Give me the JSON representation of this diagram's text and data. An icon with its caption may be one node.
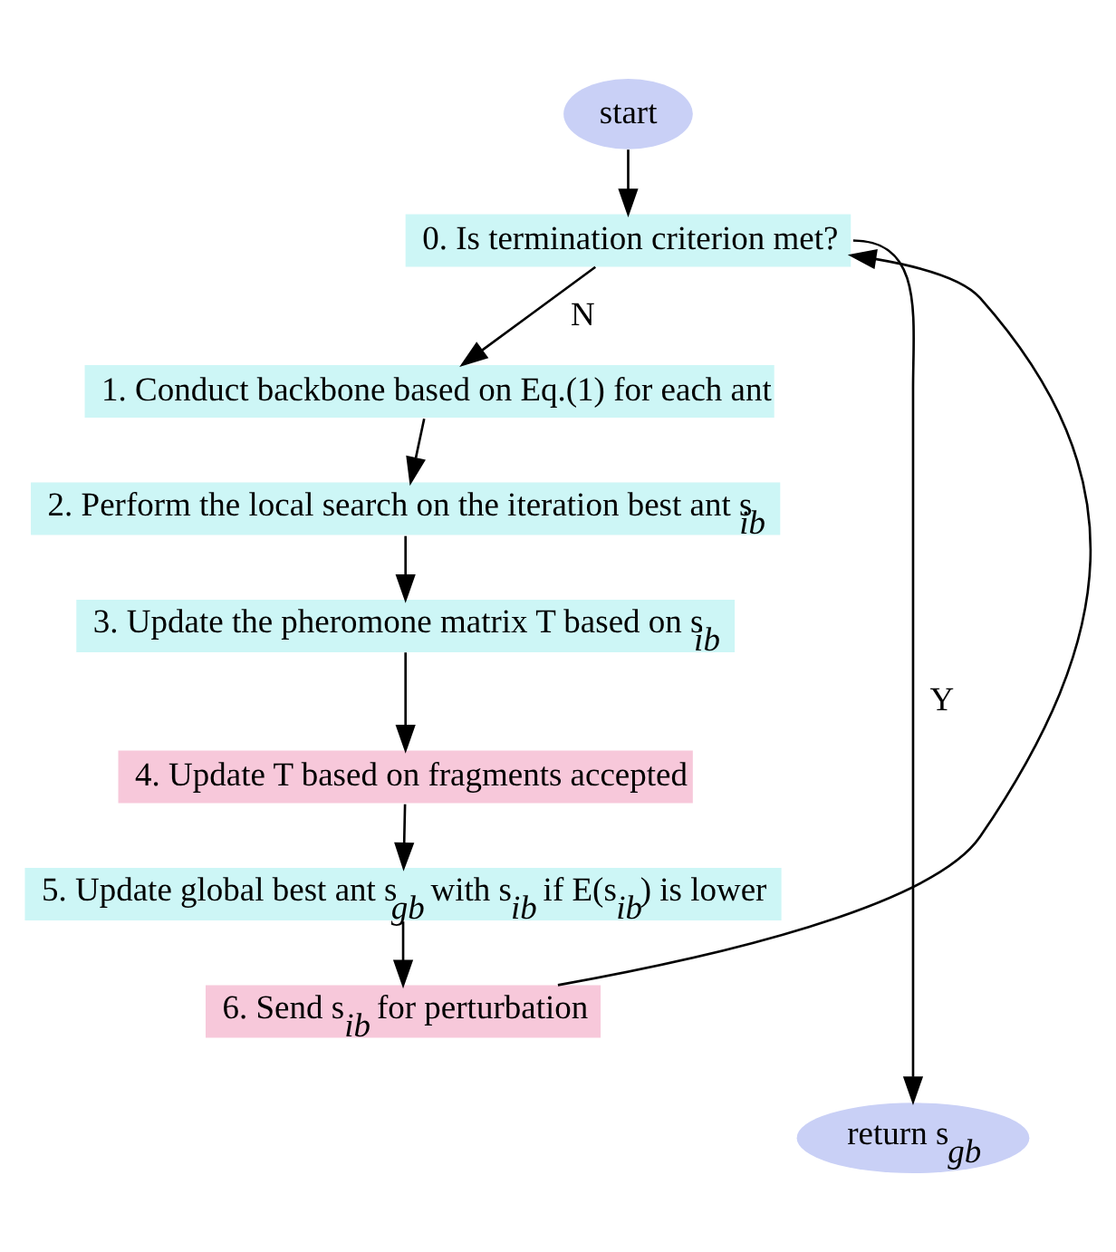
{
  "diagram": {
    "nodes": [
      {
        "text": [
          "start"
        ]
      },
      {
        "text": [
          "0. Is termination criterion met?"
        ]
      },
      {
        "text": [
          "1. Conduct backbone based on Eq.(1) for each ant"
        ]
      },
      {
        "text": [
          "2. Perform the local search on the iteration best ant s$_{ib}$"
        ]
      },
      {
        "text": [
          "3. Update the pheromone matrix T based on s$_{ib}$"
        ]
      },
      {
        "text": [
          "4. Update T based on fragments accepted"
        ]
      },
      {
        "text": [
          "5. Update global best ant s$_{gb}$ with s$_{ib}$ if E(s$_{ib}$) is lower"
        ]
      },
      {
        "text": [
          "6. Send s$_{ib}$ for perturbation"
        ]
      },
      {
        "text": [
          "return s$_{gb}$"
        ]
      }
    ],
    "edges": [
      {
        "from": 0,
        "to": 1,
        "arrow": "to"
      },
      {
        "from": 1,
        "to": 2,
        "arrow": "to",
        "label": "N"
      },
      {
        "from": 2,
        "to": 3,
        "arrow": "to"
      },
      {
        "from": 3,
        "to": 4,
        "arrow": "to"
      },
      {
        "from": 4,
        "to": 5,
        "arrow": "to"
      },
      {
        "from": 5,
        "to": 6,
        "arrow": "to"
      },
      {
        "from": 6,
        "to": 7,
        "arrow": "to"
      },
      {
        "from": 7,
        "to": 1,
        "arrow": "to"
      },
      {
        "from": 1,
        "to": 8,
        "arrow": "to",
        "label": "Y"
      }
    ]
  }
}
